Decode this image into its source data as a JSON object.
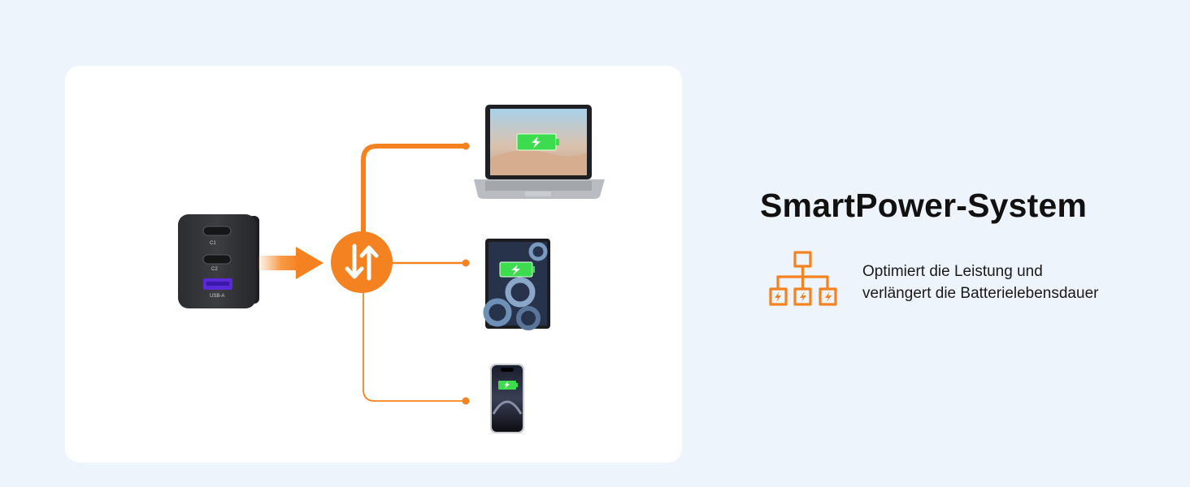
{
  "colors": {
    "background": "#eef4fc",
    "card": "#ffffff",
    "accent": "#f58220",
    "battery_green": "#3ddc4f"
  },
  "charger": {
    "port_labels": [
      "C1",
      "C2",
      "USB-A"
    ]
  },
  "devices": [
    "laptop",
    "tablet",
    "phone"
  ],
  "info": {
    "title": "SmartPower-System",
    "icon": "network-charging-icon",
    "description_line1": "Optimiert die Leistung und",
    "description_line2": "verlängert die Batterielebensdauer"
  }
}
